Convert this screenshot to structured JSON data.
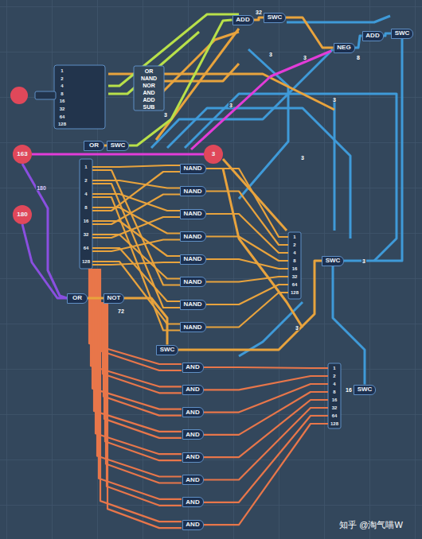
{
  "diagram": {
    "nodes": [
      {
        "text": [
          "ADD"
        ]
      },
      {
        "text": [
          "SWC"
        ]
      },
      {
        "text": [
          "NEG"
        ]
      },
      {
        "text": [
          "ADD"
        ]
      },
      {
        "text": [
          "SWC"
        ]
      },
      {
        "text": [
          "163"
        ]
      },
      {
        "text": [
          "180"
        ]
      },
      {
        "text": [
          "3"
        ]
      },
      {
        "text": [
          "OR"
        ]
      },
      {
        "text": [
          "SWC"
        ]
      },
      {
        "text": [
          "NAND"
        ]
      },
      {
        "text": [
          "NAND"
        ]
      },
      {
        "text": [
          "NAND"
        ]
      },
      {
        "text": [
          "NAND"
        ]
      },
      {
        "text": [
          "NAND"
        ]
      },
      {
        "text": [
          "NAND"
        ]
      },
      {
        "text": [
          "NAND"
        ]
      },
      {
        "text": [
          "NAND"
        ]
      },
      {
        "text": [
          "OR"
        ]
      },
      {
        "text": [
          "NOT"
        ]
      },
      {
        "text": [
          "SWC"
        ]
      },
      {
        "text": [
          "AND"
        ]
      },
      {
        "text": [
          "AND"
        ]
      },
      {
        "text": [
          "AND"
        ]
      },
      {
        "text": [
          "AND"
        ]
      },
      {
        "text": [
          "AND"
        ]
      },
      {
        "text": [
          "AND"
        ]
      },
      {
        "text": [
          "AND"
        ]
      },
      {
        "text": [
          "AND"
        ]
      },
      {
        "text": [
          "SWC"
        ]
      },
      {
        "text": [
          "SWC"
        ]
      }
    ],
    "edges": [
      {
        "from": 5,
        "to": 7,
        "arrow": "none"
      },
      {
        "from": 8,
        "to": 9,
        "arrow": "none"
      },
      {
        "from": 9,
        "to": 0,
        "arrow": "none"
      },
      {
        "from": 0,
        "to": 1,
        "arrow": "none"
      },
      {
        "from": 1,
        "to": 2,
        "arrow": "none"
      },
      {
        "from": 2,
        "to": 3,
        "arrow": "none"
      },
      {
        "from": 3,
        "to": 4,
        "arrow": "none"
      },
      {
        "from": 4,
        "to": 29,
        "arrow": "none"
      },
      {
        "from": 29,
        "to": 30,
        "arrow": "none"
      },
      {
        "from": 6,
        "to": 18,
        "arrow": "none"
      },
      {
        "from": 5,
        "to": 18,
        "arrow": "none"
      },
      {
        "from": 18,
        "to": 19,
        "arrow": "none"
      },
      {
        "from": 19,
        "to": 20,
        "arrow": "none"
      },
      {
        "from": 20,
        "to": 29,
        "arrow": "none"
      }
    ],
    "labels": [
      "OR",
      "NAND",
      "NOR",
      "AND",
      "ADD",
      "SUB",
      "1",
      "2",
      "4",
      "8",
      "16",
      "32",
      "64",
      "128",
      "1",
      "2",
      "4",
      "8",
      "16",
      "32",
      "64",
      "128",
      "1",
      "2",
      "4",
      "8",
      "16",
      "32",
      "64",
      "128",
      "1",
      "2",
      "4",
      "8",
      "16",
      "32",
      "64",
      "128",
      "32",
      "8",
      "16",
      "72",
      "180",
      "3",
      "3",
      "3",
      "3",
      "3",
      "3",
      "3",
      "3",
      "知乎 @淘气喵W"
    ]
  }
}
